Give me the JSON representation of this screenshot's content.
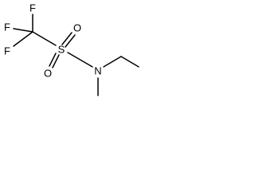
{
  "molecule": {
    "atoms": {
      "f_top": "F",
      "f_left_top": "F",
      "f_left_bottom": "F",
      "sulfur": "S",
      "o_top": "O",
      "o_bottom": "O",
      "nitrogen": "N"
    }
  }
}
